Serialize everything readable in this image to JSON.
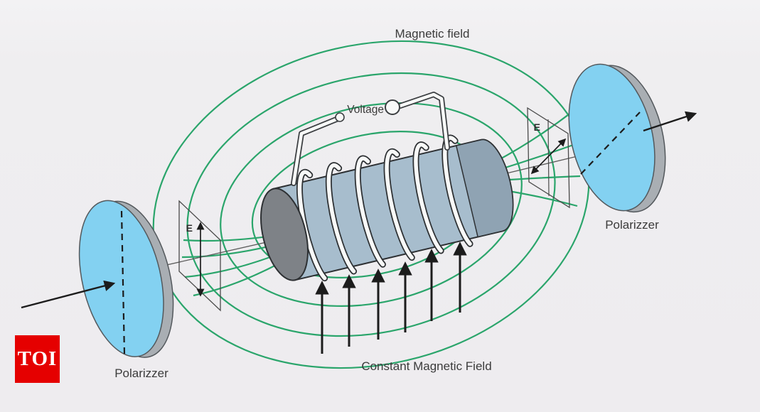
{
  "labels": {
    "magnetic_field": "Magnetic field",
    "voltage": "Voltage",
    "constant_magnetic_field": "Constant Magnetic Field",
    "polarizer_left": "Polarizzer",
    "polarizer_right": "Polarizzer",
    "e_field_left": "E",
    "e_field_right": "E"
  },
  "logo": {
    "text": "TOI"
  },
  "colors": {
    "background": "#efeef0",
    "field_line_green": "#2aa56b",
    "coil_body": "#a7bdcd",
    "coil_face": "#7e8287",
    "coil_end_band": "#8fa3b3",
    "wire_white": "#f8f9f8",
    "outline_dark": "#2d3033",
    "polarizer_disc_blue": "#83d1f1",
    "polarizer_rim_gray": "#a9aeb3",
    "arrow_black": "#1c1c1c",
    "label_text": "#3b3b3b",
    "logo_red": "#e50000",
    "logo_text": "#ffffff"
  }
}
